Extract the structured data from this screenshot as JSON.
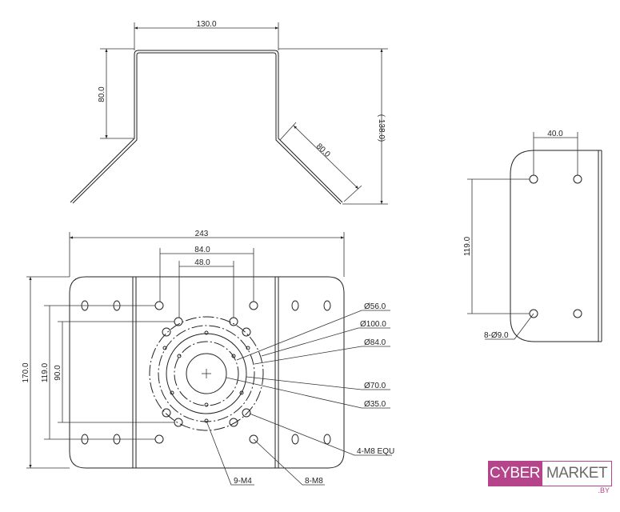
{
  "top_view": {
    "width_dim": "130.0",
    "height_dim": "80.0",
    "flange_dim": "80.0",
    "total_dim": "( 138.0)"
  },
  "front_view": {
    "width_dim": "243",
    "dim_84": "84.0",
    "dim_48": "48.0",
    "height_dim": "170.0",
    "dim_119": "119.0",
    "dim_90": "90.0",
    "callouts": {
      "d56": "Ø56.0",
      "d100": "Ø100.0",
      "d84": "Ø84.0",
      "d70": "Ø70.0",
      "d35": "Ø35.0",
      "m8equ": "4-M8 EQU",
      "m4": "9-M4",
      "m8": "8-M8"
    }
  },
  "side_view": {
    "dim_40": "40.0",
    "dim_119": "119.0",
    "holes": "8-Ø9.0"
  },
  "logo": {
    "part1": "CYBER",
    "part2": "MARKET",
    "suffix": ".BY",
    "color": "#b5448a"
  }
}
